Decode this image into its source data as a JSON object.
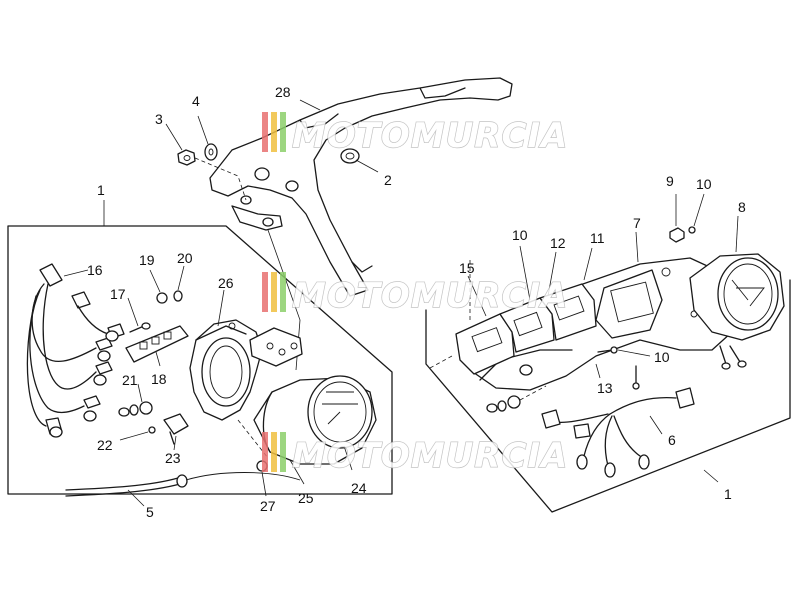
{
  "diagram": {
    "callouts": {
      "c1_left": "1",
      "c1_right": "1",
      "c2": "2",
      "c3": "3",
      "c4": "4",
      "c5": "5",
      "c6": "6",
      "c7": "7",
      "c8": "8",
      "c9": "9",
      "c10_top": "10",
      "c10_mid": "10",
      "c10_right": "10",
      "c11": "11",
      "c12": "12",
      "c13": "13",
      "c15": "15",
      "c16": "16",
      "c17": "17",
      "c18": "18",
      "c19": "19",
      "c20": "20",
      "c21": "21",
      "c22": "22",
      "c23": "23",
      "c24": "24",
      "c25": "25",
      "c26": "26",
      "c27": "27",
      "c28": "28"
    }
  },
  "watermark": {
    "text": "MOTOMURCIA",
    "stripe_colors": [
      "#e87070",
      "#f0c040",
      "#8ccf6a"
    ]
  }
}
